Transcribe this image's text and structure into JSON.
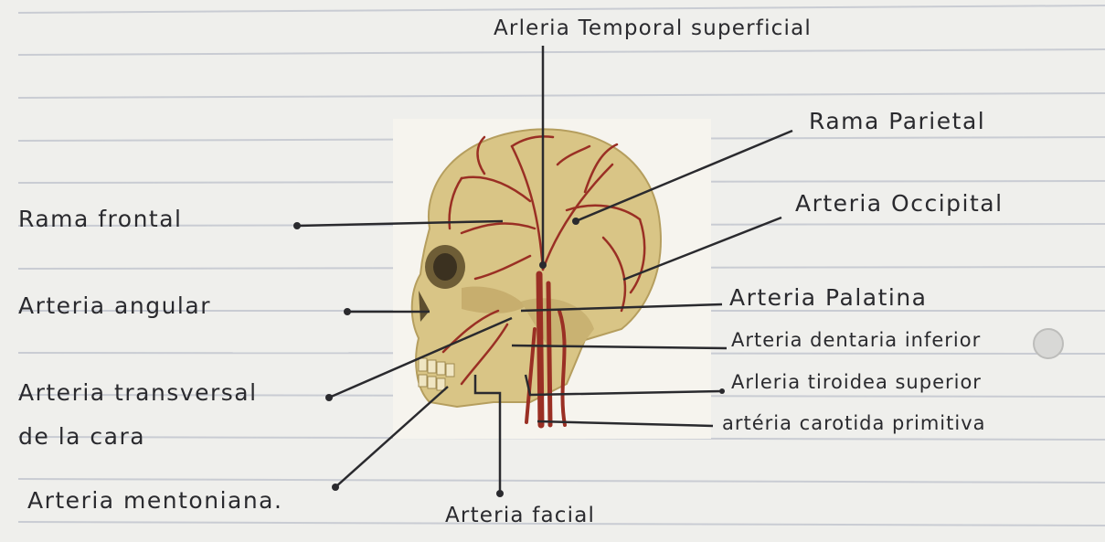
{
  "diagram": {
    "labels": {
      "temporal": "Arleria Temporal superficial",
      "parietal": "Rama Parietal",
      "frontal": "Rama frontal",
      "occipital": "Arteria Occipital",
      "angular": "Arteria angular",
      "palatina": "Arteria Palatina",
      "dentaria": "Arteria dentaria inferior",
      "transversal_1": "Arteria transversal",
      "transversal_2": "de la cara",
      "tiroidea": "Arleria tiroidea superior",
      "carotida": "artéria carotida primitiva",
      "mentoniana": "Arteria mentoniana.",
      "facial": "Arteria facial"
    },
    "colors": {
      "paper": "#efefec",
      "ruled_line": "#c9ccd3",
      "ink": "#2a2a2e",
      "bone": "#d9c586",
      "artery": "#9a2f24"
    },
    "image": "skull-with-head-and-neck-arteries"
  }
}
